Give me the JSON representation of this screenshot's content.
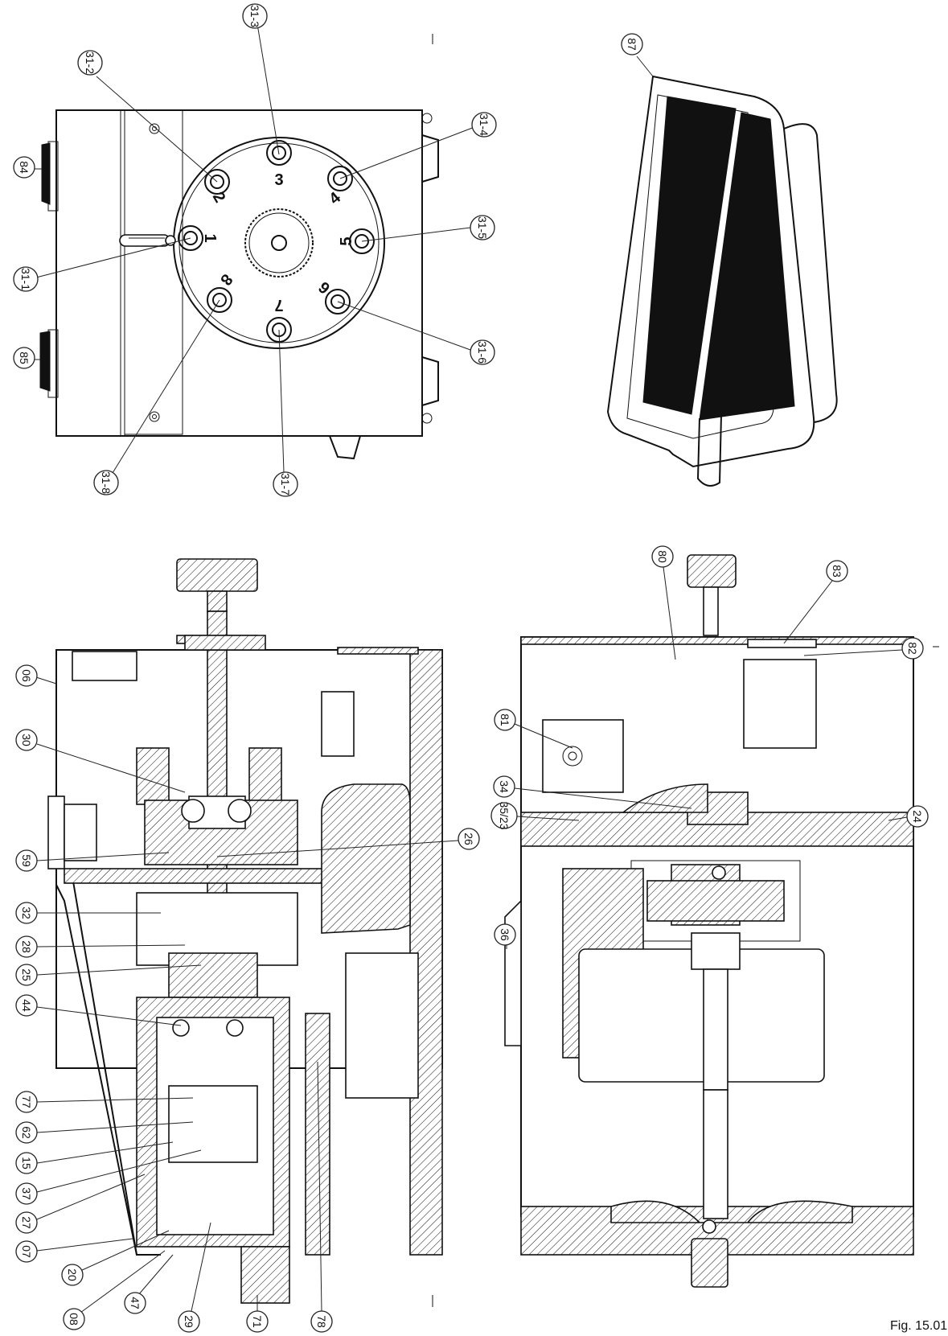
{
  "figure_label": "Fig. 15.01",
  "views": {
    "top": {
      "positions": [
        {
          "label": "1",
          "callout": "31-1"
        },
        {
          "label": "2",
          "callout": "31-2"
        },
        {
          "label": "3",
          "callout": "31-3"
        },
        {
          "label": "4",
          "callout": "31-4"
        },
        {
          "label": "5",
          "callout": "31-5"
        },
        {
          "label": "6",
          "callout": "31-6"
        },
        {
          "label": "7",
          "callout": "31-7"
        },
        {
          "label": "8",
          "callout": "31-8"
        }
      ],
      "callouts": [
        "84",
        "85"
      ]
    },
    "pedal": {
      "callouts": [
        "87"
      ]
    },
    "section_left": {
      "callouts": [
        "06",
        "30",
        "59",
        "26",
        "32",
        "28",
        "25",
        "44",
        "77",
        "62",
        "15",
        "37",
        "27",
        "07",
        "20",
        "08",
        "47",
        "29",
        "71",
        "78"
      ]
    },
    "section_right": {
      "callouts": [
        "80",
        "83",
        "82",
        "81",
        "34",
        "35/23",
        "24",
        "36"
      ]
    }
  }
}
